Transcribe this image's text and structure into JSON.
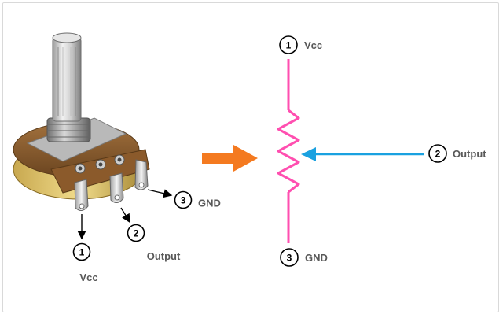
{
  "colors": {
    "resistor": "#ff4fb0",
    "wiper_arrow": "#1aa1e0",
    "transition_arrow": "#f47a20",
    "label_text": "#595959"
  },
  "photo": {
    "pins": [
      {
        "number": "1",
        "label": "Vcc"
      },
      {
        "number": "2",
        "label": "Output"
      },
      {
        "number": "3",
        "label": "GND"
      }
    ]
  },
  "schematic": {
    "top": {
      "number": "1",
      "label": "Vcc"
    },
    "wiper": {
      "number": "2",
      "label": "Output"
    },
    "bottom": {
      "number": "3",
      "label": "GND"
    }
  },
  "icons": {
    "transition": "right-arrow-icon",
    "potentiometer": "potentiometer-photo"
  }
}
